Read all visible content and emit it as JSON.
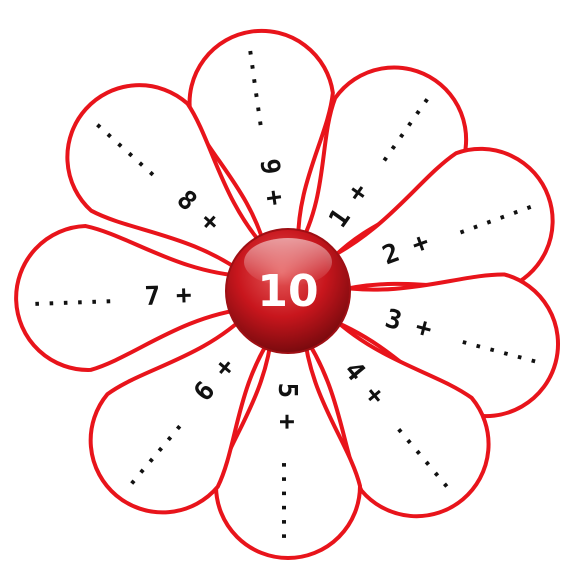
{
  "center": {
    "value": "10",
    "color": "#c8161d"
  },
  "petal_color": "#e8141b",
  "dots": "......",
  "petals": [
    {
      "label": "1 +"
    },
    {
      "label": "2 +"
    },
    {
      "label": "3 +"
    },
    {
      "label": "4 +"
    },
    {
      "label": "5 +"
    },
    {
      "label": "6 +"
    },
    {
      "label": "7 +"
    },
    {
      "label": "8 +"
    },
    {
      "label": "9 +"
    }
  ]
}
